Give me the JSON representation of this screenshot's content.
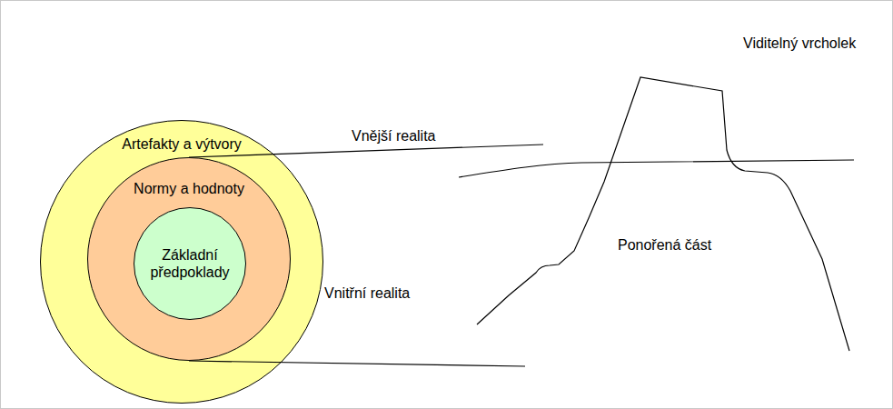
{
  "diagram": {
    "nodes": [
      {
        "text": [
          "Artefakty a výtvory"
        ]
      },
      {
        "text": [
          "Normy a hodnoty"
        ],
        "in": 0
      },
      {
        "text": [
          "Základní předpoklady"
        ],
        "in": 1
      }
    ],
    "labels": [
      "Vnější realita",
      "Viditelný vrcholek",
      "Ponořená část",
      "Vnitřní realita"
    ]
  }
}
